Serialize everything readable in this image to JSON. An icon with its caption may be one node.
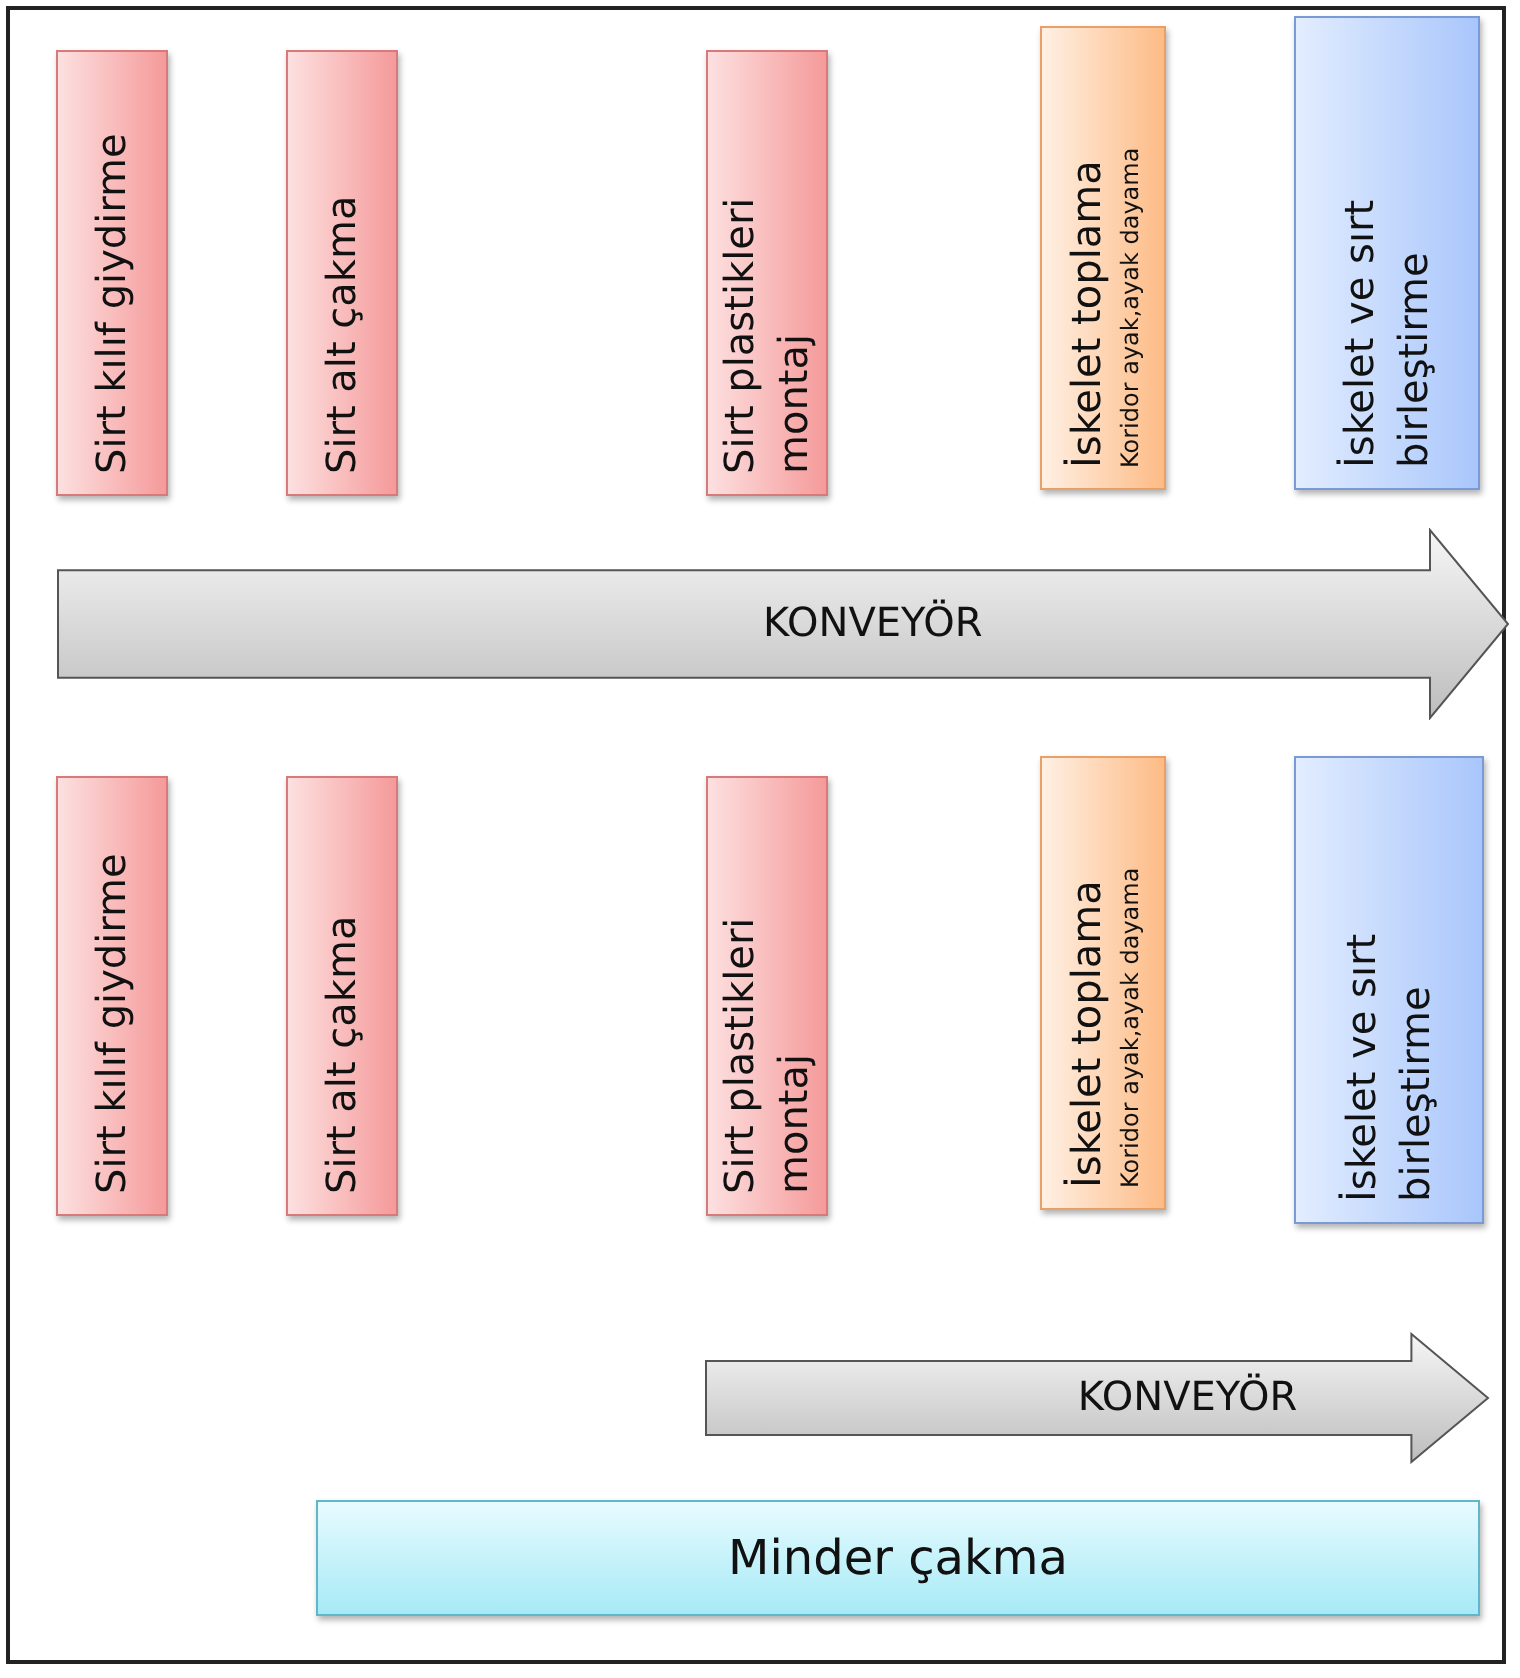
{
  "diagram": {
    "nodes": [
      {
        "text": [
          "Sirt kılıf giydirme"
        ]
      },
      {
        "text": [
          "Sirt alt çakma"
        ]
      },
      {
        "text": [
          "Sirt plastikleri montaj"
        ]
      },
      {
        "text": [
          "İskelet toplama",
          "Koridor ayak,ayak dayama"
        ]
      },
      {
        "text": [
          "İskelet ve sırt birleştirme"
        ]
      },
      {
        "text": [
          "KONVEYÖR"
        ]
      },
      {
        "text": [
          "Sirt kılıf giydirme"
        ]
      },
      {
        "text": [
          "Sirt alt çakma"
        ]
      },
      {
        "text": [
          "Sirt plastikleri montaj"
        ]
      },
      {
        "text": [
          "İskelet toplama",
          "Koridor ayak,ayak dayama"
        ]
      },
      {
        "text": [
          "İskelet ve sırt birleştirme"
        ]
      },
      {
        "text": [
          "KONVEYÖR"
        ]
      },
      {
        "text": [
          "Minder çakma"
        ]
      }
    ]
  }
}
